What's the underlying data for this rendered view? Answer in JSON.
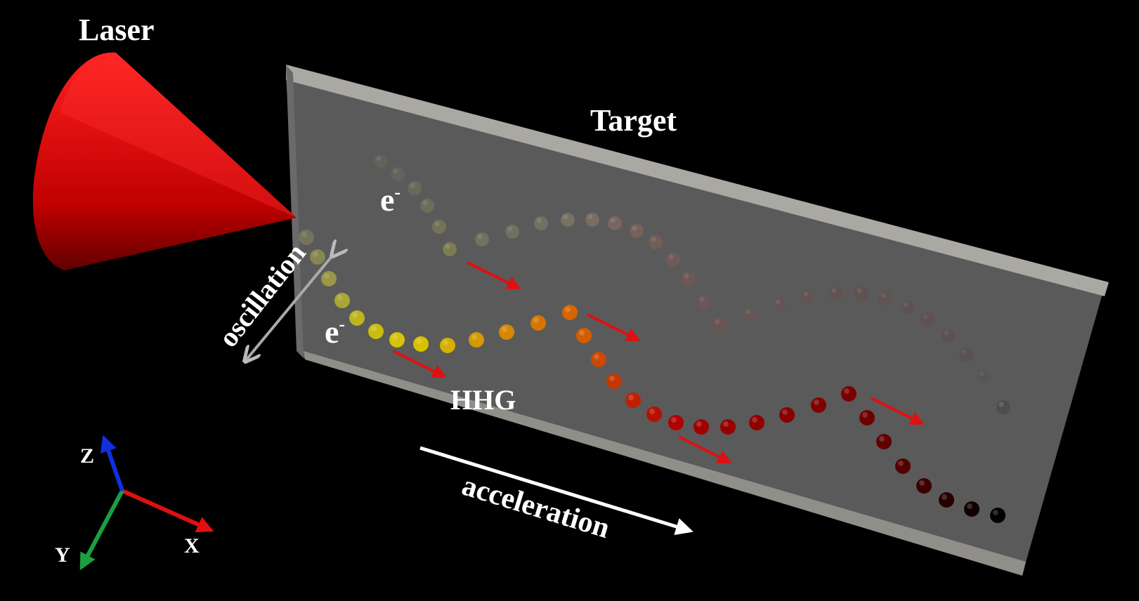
{
  "labels": {
    "laser": "Laser",
    "target": "Target",
    "electron": "e",
    "electron_sup": "-",
    "oscillation": "oscillation",
    "hhg": "HHG",
    "acceleration": "acceleration",
    "axis_x": "X",
    "axis_y": "Y",
    "axis_z": "Z"
  },
  "colors": {
    "background": "#000000",
    "laser": "#e00000",
    "target_face": "#5a5a5a",
    "target_edge": "#a9a8a2",
    "arrow_red": "#e01010",
    "axis_x": "#e01010",
    "axis_y": "#1aa040",
    "axis_z": "#1030e0"
  }
}
